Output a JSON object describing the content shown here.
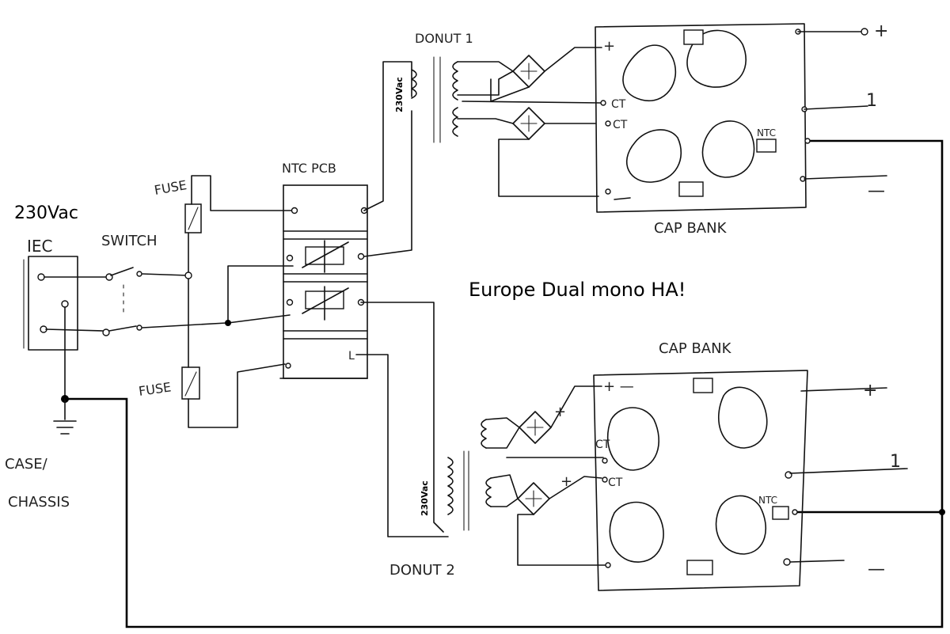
{
  "title": "Europe Dual mono HA!",
  "mains_label": "230Vac",
  "labels": {
    "iec": "IEC",
    "switch": "SWITCH",
    "fuse_top": "FUSE",
    "fuse_bottom": "FUSE",
    "ntc_pcb": "NTC PCB",
    "donut1": "DONUT 1",
    "donut2": "DONUT 2",
    "capbank_top": "CAP BANK",
    "capbank_bottom": "CAP BANK",
    "case_chassis_1": "CASE/",
    "case_chassis_2": "CHASSIS",
    "ntc_top": "NTC",
    "ntc_bottom": "NTC",
    "ct_top_1": "CT",
    "ct_top_2": "CT",
    "ct_bottom_1": "CT",
    "ct_bottom_2": "CT",
    "l_mark": "L",
    "secondary_top": "230Vac",
    "secondary_bottom": "230Vac",
    "out_plus_top": "+",
    "out_gnd_top": "1",
    "out_minus_top": "—",
    "out_plus_bottom": "+",
    "out_gnd_bottom": "1",
    "out_minus_bottom": "—"
  }
}
